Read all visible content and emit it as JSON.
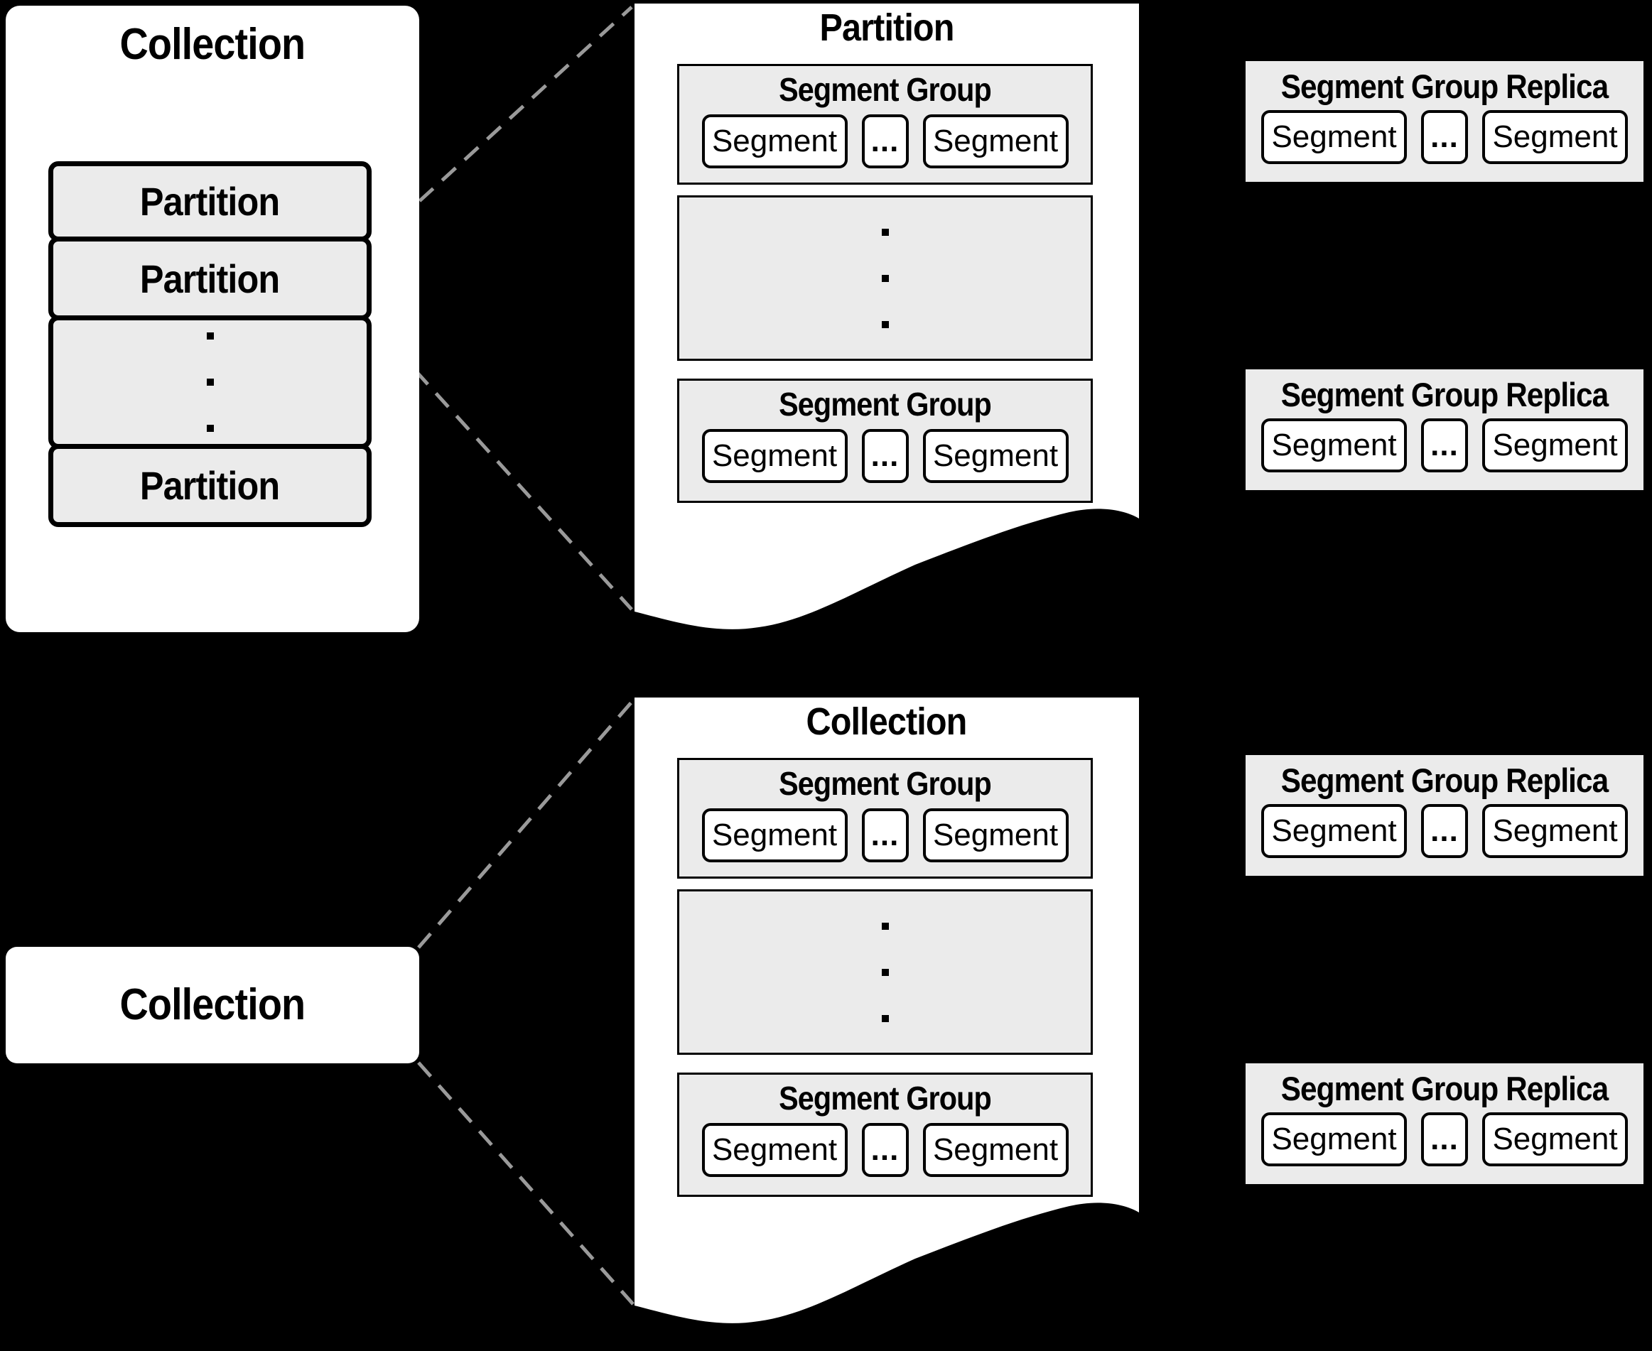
{
  "colors": {
    "background": "#000000",
    "panel_fill": "#ffffff",
    "box_fill": "#ebebeb",
    "border": "#000000",
    "dashed_connector": "#9a9a9a"
  },
  "collection_with_partitions": {
    "title": "Collection",
    "partitions": [
      {
        "label": "Partition"
      },
      {
        "label": "Partition"
      },
      {
        "type": "ellipsis"
      },
      {
        "label": "Partition"
      }
    ]
  },
  "partition_detail_panel": {
    "title": "Partition",
    "segment_groups": [
      {
        "title": "Segment Group",
        "segments": [
          "Segment",
          "...",
          "Segment"
        ]
      },
      {
        "type": "ellipsis"
      },
      {
        "title": "Segment Group",
        "segments": [
          "Segment",
          "...",
          "Segment"
        ]
      }
    ]
  },
  "collection_simple": {
    "title": "Collection"
  },
  "collection_detail_panel": {
    "title": "Collection",
    "segment_groups": [
      {
        "title": "Segment Group",
        "segments": [
          "Segment",
          "...",
          "Segment"
        ]
      },
      {
        "type": "ellipsis"
      },
      {
        "title": "Segment Group",
        "segments": [
          "Segment",
          "...",
          "Segment"
        ]
      }
    ]
  },
  "segment_group_replicas": [
    {
      "title": "Segment Group Replica",
      "segments": [
        "Segment",
        "...",
        "Segment"
      ]
    },
    {
      "title": "Segment Group Replica",
      "segments": [
        "Segment",
        "...",
        "Segment"
      ]
    },
    {
      "title": "Segment Group Replica",
      "segments": [
        "Segment",
        "...",
        "Segment"
      ]
    },
    {
      "title": "Segment Group Replica",
      "segments": [
        "Segment",
        "...",
        "Segment"
      ]
    }
  ]
}
